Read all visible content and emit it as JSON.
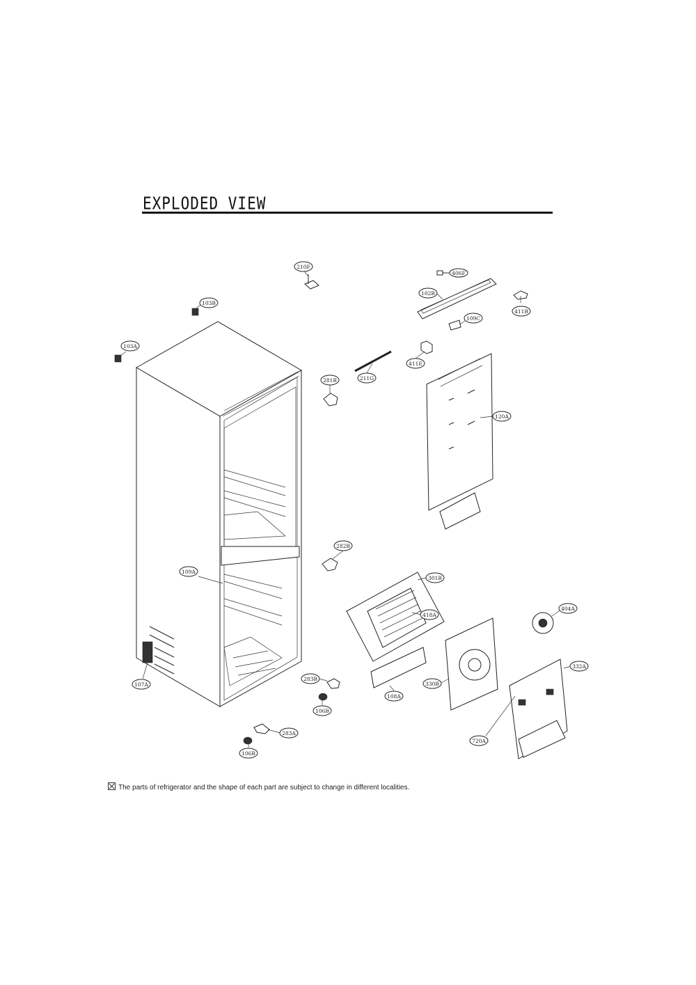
{
  "header": {
    "title": "EXPLODED VIEW"
  },
  "footnote": {
    "text": "The parts of refrigerator and the shape of each part are subject to change in different localities."
  },
  "parts": {
    "p210F": "210F",
    "p406F": "406F",
    "p102B": "102B",
    "p411B": "411B",
    "p103B": "103B",
    "p109C": "109C",
    "p103A": "103A",
    "p411E": "411E",
    "p281B": "281B",
    "p211G": "211G",
    "p120A": "120A",
    "p282B": "282B",
    "p109A": "109A",
    "p301B": "301B",
    "p418A": "418A",
    "p404A": "404A",
    "p332A": "332A",
    "p283B": "283B",
    "p330B": "330B",
    "p107A": "107A",
    "p108A": "108A",
    "p106B_a": "106B",
    "p283A": "283A",
    "p720A": "720A",
    "p106B_b": "106B"
  }
}
